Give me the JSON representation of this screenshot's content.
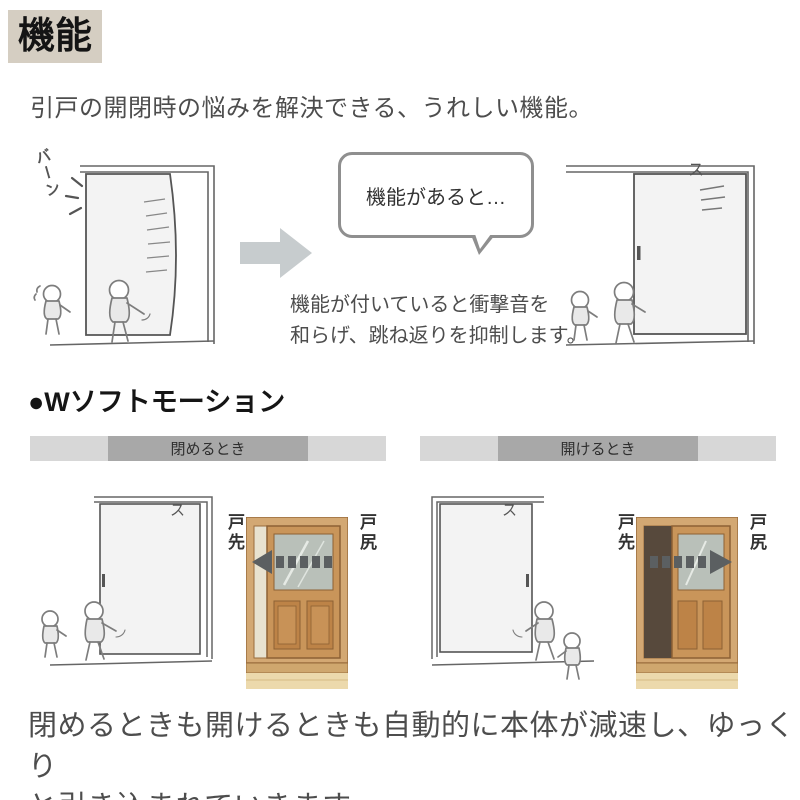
{
  "header": {
    "title": "機能"
  },
  "intro": {
    "subtitle": "引戸の開閉時の悩みを解決できる、うれしい機能。",
    "slam_sound": "バーン",
    "quiet_sound": "ス",
    "bubble_text": "機能があると…",
    "caption_line1": "機能が付いていると衝撃音を",
    "caption_line2": "和らげ、跳ね返りを抑制します。"
  },
  "section": {
    "heading": "●Wソフトモーション"
  },
  "panels": [
    {
      "header": "閉めるとき",
      "door_front_label": "戸先",
      "door_rear_label": "戸尻",
      "sound": "ス",
      "arrow_direction": "left"
    },
    {
      "header": "開けるとき",
      "door_front_label": "戸先",
      "door_rear_label": "戸尻",
      "sound": "ス",
      "arrow_direction": "right"
    }
  ],
  "footer": {
    "line1": "閉めるときも開けるときも自動的に本体が減速し、ゆっくり",
    "line2": "と引き込まれていきます。"
  },
  "colors": {
    "title_badge_bg": "#d5cec2",
    "transition_arrow": "#c7ccce",
    "bubble_border": "#8f8f8f",
    "panel_bar": "#d7d7d7",
    "panel_label_bg": "#a8a8a8",
    "wood_frame": "#d3a873",
    "wood_door": "#c9955a",
    "glass": "#b9c0b9",
    "direction_arrow": "#5b5f61",
    "text_gray": "#4d4d4d"
  }
}
